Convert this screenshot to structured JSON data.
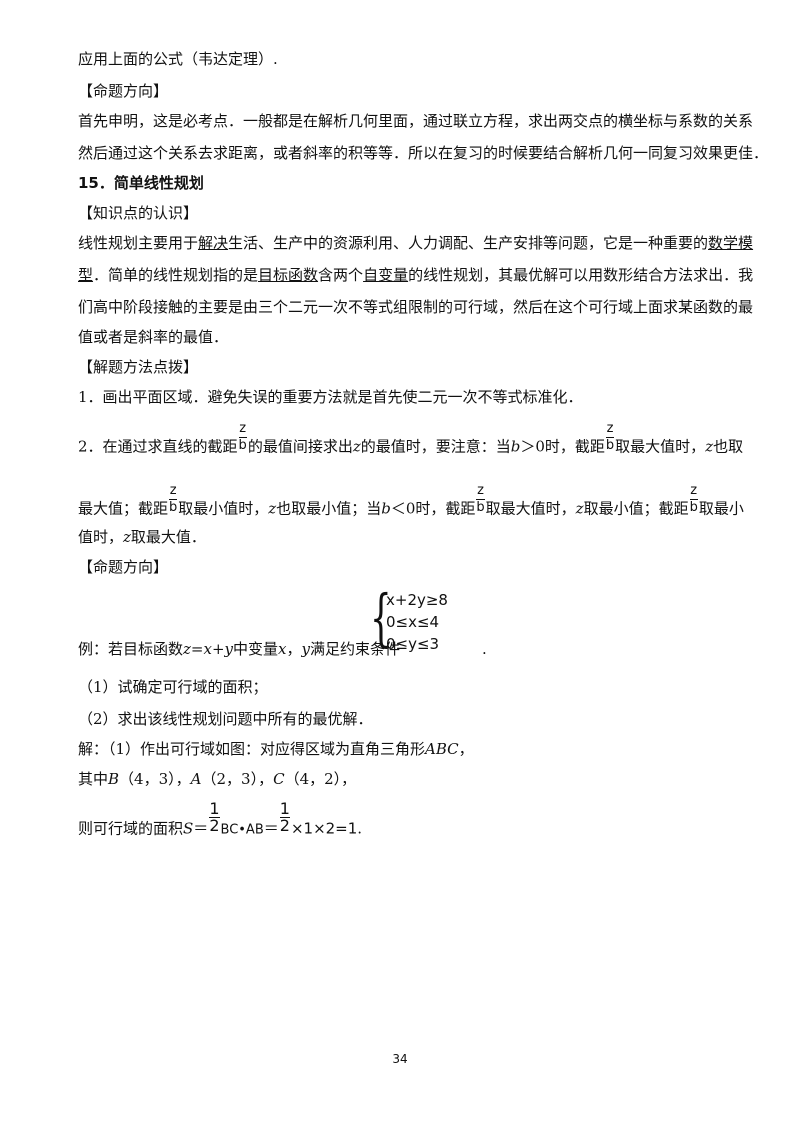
{
  "p1": "应用上面的公式（韦达定理）.",
  "h_direction": "【命题方向】",
  "p2a": "首先申明，这是必考点．一般都是在解析几何里面，通过联立方程，求出两交点的横坐标与系数的关系",
  "p2b": "然后通过这个关系去求距离，或者斜率的积等等．所以在复习的时候要结合解析几何一同复习效果更佳．",
  "section_title": "15．简单线性规划",
  "h_knowledge": "【知识点的认识】",
  "k1_a": "线性规划主要用于",
  "k1_u1": "解决",
  "k1_b": "生活、生产中的资源利用、人力调配、生产安排等问题，它是一种重要的",
  "k1_u2": "数学模",
  "k2_u2": "型",
  "k2_a": "．简单的线性规划指的是",
  "k2_u3": "目标函数",
  "k2_b": "含两个",
  "k2_u4": "自变量",
  "k2_c": "的线性规划，其最优解可以用数形结合方法求出．我",
  "k3": "们高中阶段接触的主要是由三个二元一次不等式组限制的可行域，然后在这个可行域上面求某函数的最",
  "k4": "值或者是斜率的最值．",
  "h_method": "【解题方法点拨】",
  "m1": "1．画出平面区域．避免失误的重要方法就是首先使二元一次不等式标准化．",
  "m2_a": "2．在通过求直线的截距",
  "frac_num": "z",
  "frac_den": "b",
  "m2_b": "的最值间接求出",
  "var_z": "z",
  "m2_c": "的最值时，要注意：当",
  "var_b": "b",
  "m2_d": "＞0时，截距",
  "m2_e": "取最大值时，",
  "m2_f": "也取",
  "m3_a": "最大值；截距",
  "m3_b": "取最小值时，",
  "m3_c": "也取最小值；当",
  "m3_d": "＜0时，截距",
  "m3_e": "取最大值时，",
  "m3_f": "取最小值；截距",
  "m3_g": "取最小",
  "m4_a": "值时，",
  "m4_b": "取最大值．",
  "h_direction2": "【命题方向】",
  "ex_sys": [
    "x+2y≥8",
    "0≤x≤4",
    "0≤y≤3"
  ],
  "ex_a": "例：若目标函数",
  "ex_func": "z=x+y",
  "ex_b": "中变量",
  "ex_x": "x",
  "ex_comma": "，",
  "ex_y": "y",
  "ex_c": "满足约束条件",
  "ex_end": ".",
  "q1": "（1）试确定可行域的面积；",
  "q2": "（2）求出该线性规划问题中所有的最优解．",
  "s1_a": "解：（1）作出可行域如图：对应得区域为直角三角形",
  "s1_abc": "ABC",
  "s1_end": "，",
  "s2_a": "其中",
  "pt_B": "B",
  "s2_B": "（4，3），",
  "pt_A": "A",
  "s2_A": "（2，3），",
  "pt_C": "C",
  "s2_C": "（4，2），",
  "s3_a": "则可行域的面积",
  "s3_S": "S",
  "s3_eq": "＝",
  "s3_half_num": "1",
  "s3_half_den": "2",
  "s3_bc": "BC•AB",
  "s3_eq2": "＝",
  "s3_tail": "×1×2=1",
  "s3_end": ".",
  "page_number": "34"
}
